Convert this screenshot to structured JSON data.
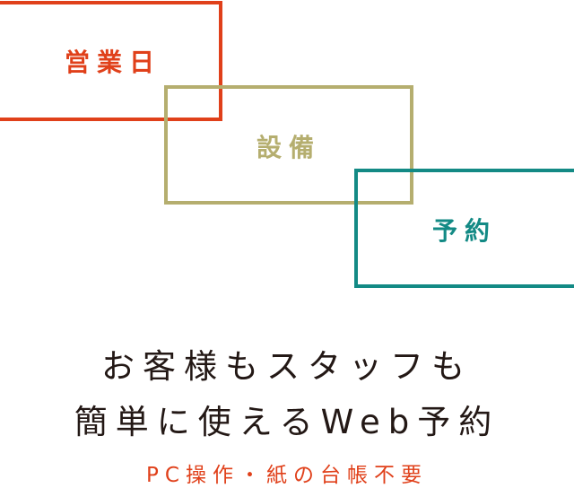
{
  "boxes": [
    {
      "label": "営業日",
      "color": "#e0401a"
    },
    {
      "label": "設備",
      "color": "#b5ae6f"
    },
    {
      "label": "予約",
      "color": "#138a85"
    }
  ],
  "headline": {
    "line1": "お客様もスタッフも",
    "line2": "簡単に使えるWeb予約",
    "color": "#231815"
  },
  "subline": "PC操作・紙の台帳不要"
}
